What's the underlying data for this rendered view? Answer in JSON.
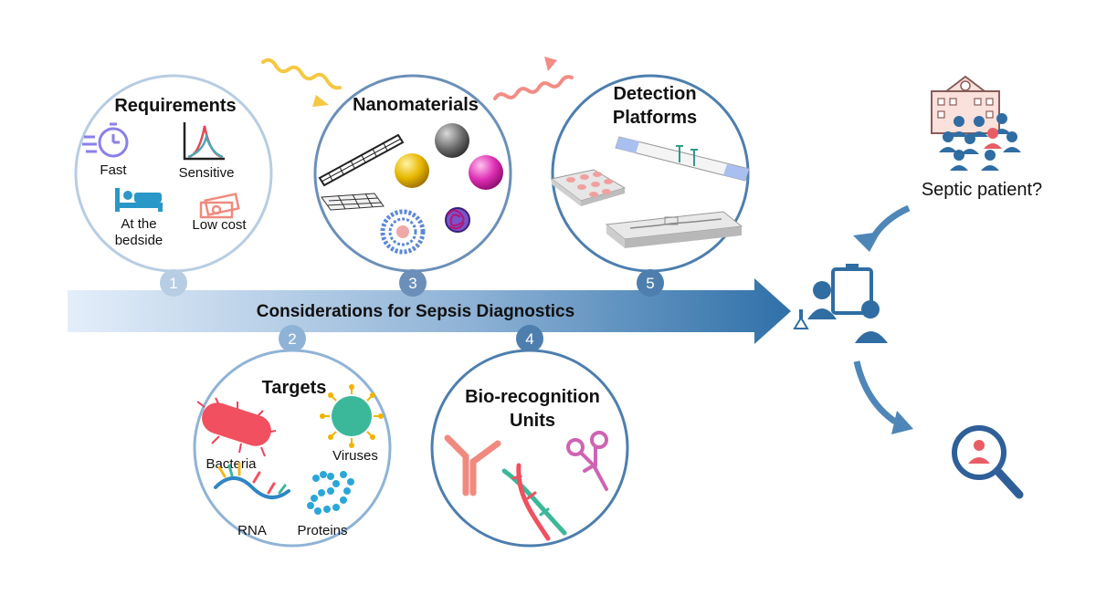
{
  "banner": "Considerations for Sepsis Diagnostics",
  "steps": [
    {
      "number": "1",
      "title": "Requirements",
      "items": [
        "Fast",
        "Sensitive",
        "At the",
        "bedside",
        "Low cost"
      ]
    },
    {
      "number": "2",
      "title": "Targets",
      "items": [
        "Bacteria",
        "Viruses",
        "RNA",
        "Proteins"
      ]
    },
    {
      "number": "3",
      "title": "Nanomaterials"
    },
    {
      "number": "4",
      "title_line1": "Bio-recognition",
      "title_line2": "Units"
    },
    {
      "number": "5",
      "title_line1": "Detection",
      "title_line2": "Platforms"
    }
  ],
  "patient_question": "Septic patient?",
  "colors": {
    "ring": "#6b8fb8",
    "ring_light": "#b7cde3",
    "arrow_dark": "#3a78ac",
    "arrow_light": "#dbe8f6",
    "people_blue": "#2f6da3",
    "accent_red": "#e85c63",
    "yellow_wave": "#f5c842",
    "salmon_wave": "#f28c84"
  },
  "icons": [
    "stopwatch-icon",
    "graph-icon",
    "bed-icon",
    "money-icon",
    "nanotube-icon",
    "sphere-icon",
    "graphene-sheet-icon",
    "liposome-icon",
    "bacteria-icon",
    "virus-icon",
    "rna-icon",
    "protein-icon",
    "antibody-icon",
    "dna-icon",
    "aptamer-icon",
    "well-plate-icon",
    "lateral-flow-strip-icon",
    "microfluidic-chip-icon",
    "hospital-icon",
    "clinicians-icon",
    "magnifier-patient-icon"
  ]
}
